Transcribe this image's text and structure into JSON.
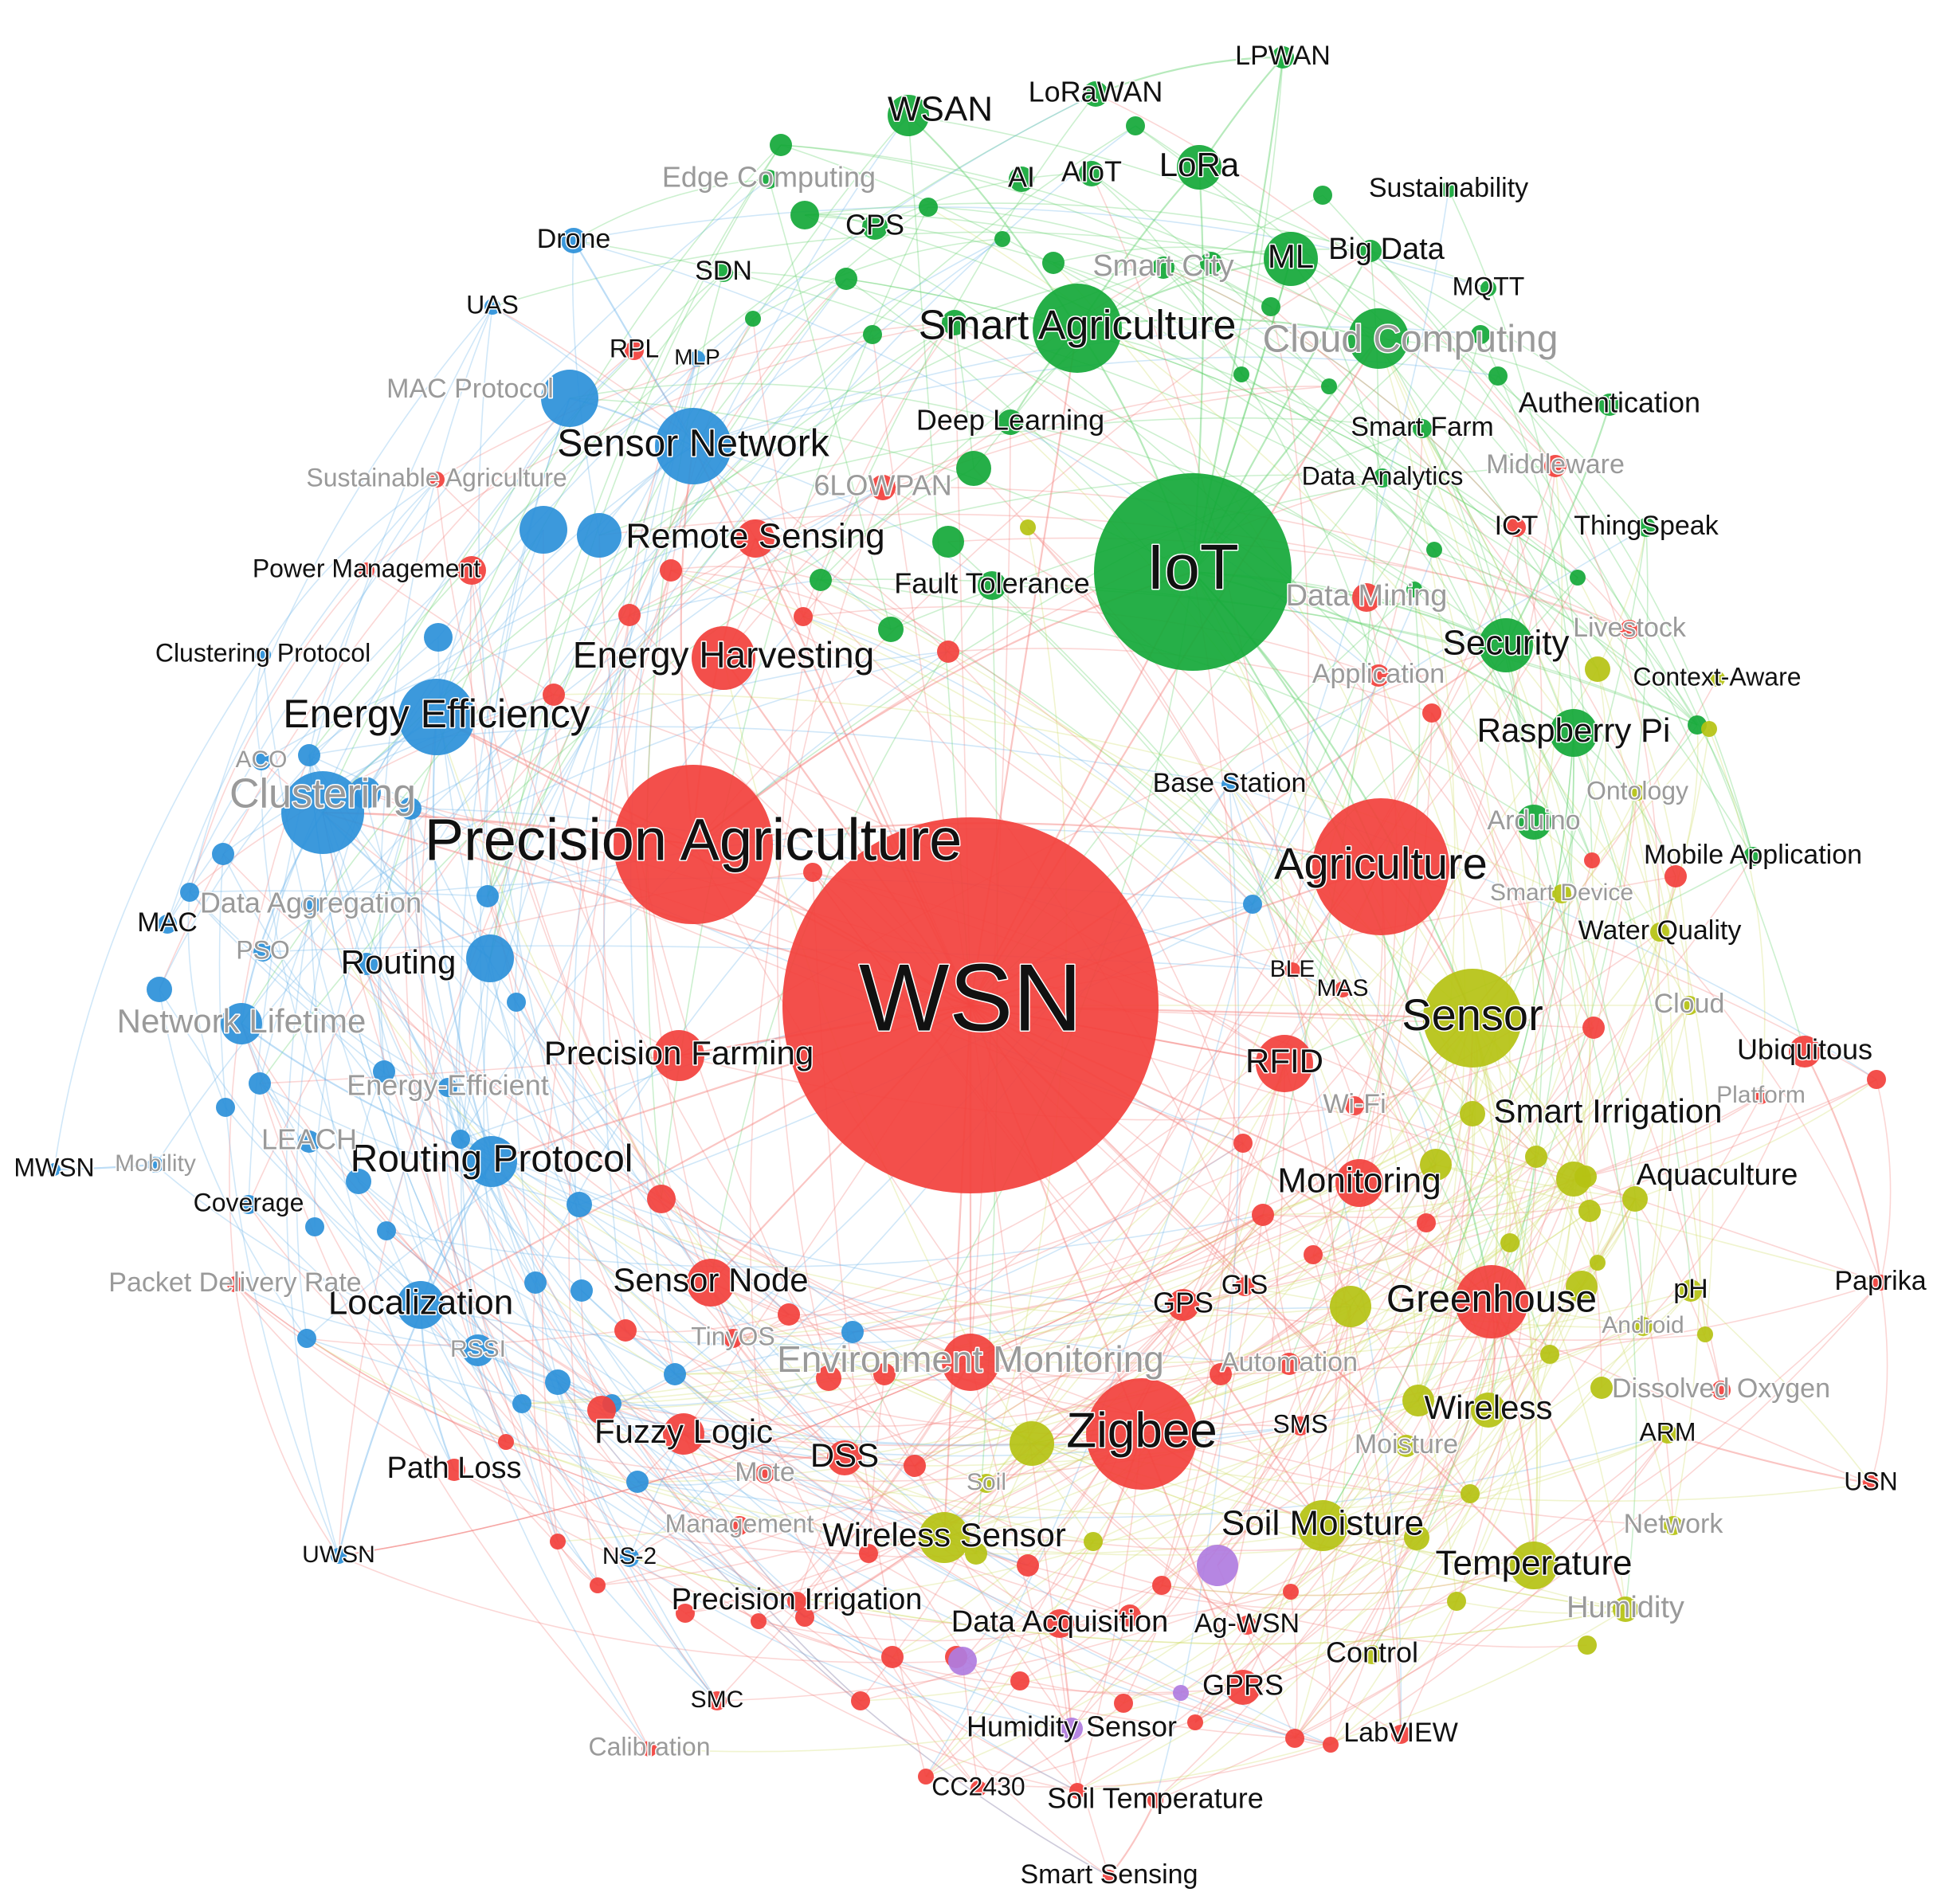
{
  "diagram": {
    "type": "keyword co-occurrence network",
    "cluster_colors": {
      "red": "#f2403c",
      "blue": "#2b90d9",
      "green": "#14a838",
      "yellow": "#b5c212",
      "purple": "#b07ce0"
    },
    "edge_colors": {
      "red": "#f47f7b",
      "blue": "#6db4ea",
      "green": "#5fd06b",
      "yellow": "#d0dc6a"
    },
    "nodes": [
      {
        "id": "wsn",
        "label": "WSN",
        "cluster": "red",
        "size": 10
      },
      {
        "id": "precision-agriculture",
        "label": "Precision Agriculture",
        "cluster": "red",
        "size": 7
      },
      {
        "id": "iot",
        "label": "IoT",
        "cluster": "green",
        "size": 8
      },
      {
        "id": "agriculture",
        "label": "Agriculture",
        "cluster": "red",
        "size": 5
      },
      {
        "id": "smart-agriculture",
        "label": "Smart Agriculture",
        "cluster": "green",
        "size": 4
      },
      {
        "id": "sensor",
        "label": "Sensor",
        "cluster": "yellow",
        "size": 4
      },
      {
        "id": "zigbee",
        "label": "Zigbee",
        "cluster": "red",
        "size": 4
      },
      {
        "id": "greenhouse",
        "label": "Greenhouse",
        "cluster": "red",
        "size": 3
      },
      {
        "id": "sensor-network",
        "label": "Sensor Network",
        "cluster": "blue",
        "size": 3
      },
      {
        "id": "energy-efficiency",
        "label": "Energy Efficiency",
        "cluster": "blue",
        "size": 3
      },
      {
        "id": "clustering",
        "label": "Clustering",
        "cluster": "blue",
        "size": 3
      },
      {
        "id": "routing-protocol",
        "label": "Routing Protocol",
        "cluster": "blue",
        "size": 3
      },
      {
        "id": "localization",
        "label": "Localization",
        "cluster": "blue",
        "size": 3
      },
      {
        "id": "cloud-computing",
        "label": "Cloud Computing",
        "cluster": "green",
        "size": 3
      },
      {
        "id": "energy-harvesting",
        "label": "Energy Harvesting",
        "cluster": "red",
        "size": 3
      },
      {
        "id": "remote-sensing",
        "label": "Remote Sensing",
        "cluster": "red",
        "size": 2
      },
      {
        "id": "precision-farming",
        "label": "Precision Farming",
        "cluster": "red",
        "size": 2
      },
      {
        "id": "monitoring",
        "label": "Monitoring",
        "cluster": "red",
        "size": 3
      },
      {
        "id": "rfid",
        "label": "RFID",
        "cluster": "red",
        "size": 3
      },
      {
        "id": "security",
        "label": "Security",
        "cluster": "green",
        "size": 3
      },
      {
        "id": "raspberry-pi",
        "label": "Raspberry Pi",
        "cluster": "green",
        "size": 3
      },
      {
        "id": "ml",
        "label": "ML",
        "cluster": "green",
        "size": 3
      },
      {
        "id": "lora",
        "label": "LoRa",
        "cluster": "green",
        "size": 2
      },
      {
        "id": "wsan",
        "label": "WSAN",
        "cluster": "green",
        "size": 2
      },
      {
        "id": "soil-moisture",
        "label": "Soil Moisture",
        "cluster": "yellow",
        "size": 3
      },
      {
        "id": "temperature",
        "label": "Temperature",
        "cluster": "yellow",
        "size": 3
      },
      {
        "id": "wireless",
        "label": "Wireless",
        "cluster": "yellow",
        "size": 2
      },
      {
        "id": "wireless-sensor",
        "label": "Wireless Sensor",
        "cluster": "yellow",
        "size": 2
      },
      {
        "id": "environment-monitoring",
        "label": "Environment Monitoring",
        "cluster": "red",
        "size": 3
      },
      {
        "id": "sensor-node",
        "label": "Sensor Node",
        "cluster": "red",
        "size": 3
      },
      {
        "id": "routing",
        "label": "Routing",
        "cluster": "blue",
        "size": 2
      },
      {
        "id": "network-lifetime",
        "label": "Network Lifetime",
        "cluster": "blue",
        "size": 2
      },
      {
        "id": "fuzzy-logic",
        "label": "Fuzzy Logic",
        "cluster": "red",
        "size": 2
      },
      {
        "id": "dss",
        "label": "DSS",
        "cluster": "red",
        "size": 2
      },
      {
        "id": "gprs",
        "label": "GPRS",
        "cluster": "red",
        "size": 2
      },
      {
        "id": "gps",
        "label": "GPS",
        "cluster": "red",
        "size": 2
      },
      {
        "id": "data-acquisition",
        "label": "Data Acquisition",
        "cluster": "red",
        "size": 2
      },
      {
        "id": "smart-irrigation",
        "label": "Smart Irrigation",
        "cluster": "yellow",
        "size": 2
      },
      {
        "id": "aquaculture",
        "label": "Aquaculture",
        "cluster": "yellow",
        "size": 2
      },
      {
        "id": "humidity",
        "label": "Humidity",
        "cluster": "yellow",
        "size": 2
      },
      {
        "id": "ubiquitous",
        "label": "Ubiquitous",
        "cluster": "red",
        "size": 2
      },
      {
        "id": "big-data",
        "label": "Big Data",
        "cluster": "green",
        "size": 2
      },
      {
        "id": "deep-learning",
        "label": "Deep Learning",
        "cluster": "green",
        "size": 2
      },
      {
        "id": "fault-tolerance",
        "label": "Fault Tolerance",
        "cluster": "green",
        "size": 2
      },
      {
        "id": "drone",
        "label": "Drone",
        "cluster": "blue",
        "size": 1
      },
      {
        "id": "mac-protocol",
        "label": "MAC Protocol",
        "cluster": "blue",
        "size": 2
      },
      {
        "id": "path-loss",
        "label": "Path Loss",
        "cluster": "red",
        "size": 1
      },
      {
        "id": "precision-irrigation",
        "label": "Precision Irrigation",
        "cluster": "red",
        "size": 1
      },
      {
        "id": "humidity-sensor",
        "label": "Humidity Sensor",
        "cluster": "purple",
        "size": 1
      },
      {
        "id": "soil-temperature",
        "label": "Soil Temperature",
        "cluster": "red",
        "size": 1
      },
      {
        "id": "smart-sensing",
        "label": "Smart Sensing",
        "cluster": "red",
        "size": 1
      },
      {
        "id": "cc2430",
        "label": "CC2430",
        "cluster": "red",
        "size": 1
      },
      {
        "id": "labview",
        "label": "LabVIEW",
        "cluster": "red",
        "size": 1
      },
      {
        "id": "control",
        "label": "Control",
        "cluster": "yellow",
        "size": 1
      },
      {
        "id": "ag-wsn",
        "label": "Ag-WSN",
        "cluster": "red",
        "size": 1
      },
      {
        "id": "sms",
        "label": "SMS",
        "cluster": "red",
        "size": 1
      },
      {
        "id": "gis",
        "label": "GIS",
        "cluster": "red",
        "size": 1
      },
      {
        "id": "automation",
        "label": "Automation",
        "cluster": "red",
        "size": 1
      },
      {
        "id": "ph",
        "label": "pH",
        "cluster": "yellow",
        "size": 1
      },
      {
        "id": "arm",
        "label": "ARM",
        "cluster": "yellow",
        "size": 1
      },
      {
        "id": "paprika",
        "label": "Paprika",
        "cluster": "red",
        "size": 1
      },
      {
        "id": "usn",
        "label": "USN",
        "cluster": "red",
        "size": 1
      },
      {
        "id": "lpwan",
        "label": "LPWAN",
        "cluster": "green",
        "size": 1
      },
      {
        "id": "lorawan",
        "label": "LoRaWAN",
        "cluster": "green",
        "size": 1
      },
      {
        "id": "ai",
        "label": "AI",
        "cluster": "green",
        "size": 1
      },
      {
        "id": "aiot",
        "label": "AIoT",
        "cluster": "green",
        "size": 1
      },
      {
        "id": "cps",
        "label": "CPS",
        "cluster": "green",
        "size": 1
      },
      {
        "id": "sdn",
        "label": "SDN",
        "cluster": "green",
        "size": 1
      },
      {
        "id": "smart-city",
        "label": "Smart City",
        "cluster": "green",
        "size": 1
      },
      {
        "id": "mqtt",
        "label": "MQTT",
        "cluster": "green",
        "size": 1
      },
      {
        "id": "sustainability",
        "label": "Sustainability",
        "cluster": "green",
        "size": 1
      },
      {
        "id": "authentication",
        "label": "Authentication",
        "cluster": "green",
        "size": 1
      },
      {
        "id": "smart-farm",
        "label": "Smart Farm",
        "cluster": "green",
        "size": 1
      },
      {
        "id": "data-analytics",
        "label": "Data Analytics",
        "cluster": "green",
        "size": 1
      },
      {
        "id": "middleware",
        "label": "Middleware",
        "cluster": "red",
        "size": 1
      },
      {
        "id": "ict",
        "label": "ICT",
        "cluster": "red",
        "size": 1
      },
      {
        "id": "thingspeak",
        "label": "ThingSpeak",
        "cluster": "green",
        "size": 1
      },
      {
        "id": "data-mining",
        "label": "Data Mining",
        "cluster": "red",
        "size": 1
      },
      {
        "id": "livestock",
        "label": "Livestock",
        "cluster": "red",
        "size": 1
      },
      {
        "id": "application",
        "label": "Application",
        "cluster": "red",
        "size": 1
      },
      {
        "id": "context-aware",
        "label": "Context-Aware",
        "cluster": "yellow",
        "size": 1
      },
      {
        "id": "edge-computing",
        "label": "Edge Computing",
        "cluster": "green",
        "size": 1
      },
      {
        "id": "uas",
        "label": "UAS",
        "cluster": "blue",
        "size": 1
      },
      {
        "id": "rpl",
        "label": "RPL",
        "cluster": "red",
        "size": 1
      },
      {
        "id": "mlp",
        "label": "MLP",
        "cluster": "blue",
        "size": 1
      },
      {
        "id": "sustainable-agriculture",
        "label": "Sustainable Agriculture",
        "cluster": "red",
        "size": 1
      },
      {
        "id": "6lowpan",
        "label": "6LOWPAN",
        "cluster": "red",
        "size": 1
      },
      {
        "id": "power-management",
        "label": "Power Management",
        "cluster": "red",
        "size": 1
      },
      {
        "id": "clustering-protocol",
        "label": "Clustering Protocol",
        "cluster": "blue",
        "size": 1
      },
      {
        "id": "aco",
        "label": "ACO",
        "cluster": "blue",
        "size": 1
      },
      {
        "id": "data-aggregation",
        "label": "Data Aggregation",
        "cluster": "blue",
        "size": 1
      },
      {
        "id": "mac",
        "label": "MAC",
        "cluster": "blue",
        "size": 1
      },
      {
        "id": "pso",
        "label": "PSO",
        "cluster": "blue",
        "size": 1
      },
      {
        "id": "energy-efficient",
        "label": "Energy-Efficient",
        "cluster": "blue",
        "size": 1
      },
      {
        "id": "leach",
        "label": "LEACH",
        "cluster": "blue",
        "size": 1
      },
      {
        "id": "mwsn",
        "label": "MWSN",
        "cluster": "blue",
        "size": 1
      },
      {
        "id": "mobility",
        "label": "Mobility",
        "cluster": "blue",
        "size": 1
      },
      {
        "id": "coverage",
        "label": "Coverage",
        "cluster": "blue",
        "size": 1
      },
      {
        "id": "packet-delivery-rate",
        "label": "Packet Delivery Rate",
        "cluster": "red",
        "size": 1
      },
      {
        "id": "rssi",
        "label": "RSSI",
        "cluster": "blue",
        "size": 1
      },
      {
        "id": "tinyos",
        "label": "TinyOS",
        "cluster": "red",
        "size": 1
      },
      {
        "id": "mote",
        "label": "Mote",
        "cluster": "red",
        "size": 1
      },
      {
        "id": "soil",
        "label": "Soil",
        "cluster": "yellow",
        "size": 1
      },
      {
        "id": "management",
        "label": "Management",
        "cluster": "red",
        "size": 1
      },
      {
        "id": "ns-2",
        "label": "NS-2",
        "cluster": "blue",
        "size": 1
      },
      {
        "id": "uwsn",
        "label": "UWSN",
        "cluster": "blue",
        "size": 1
      },
      {
        "id": "smc",
        "label": "SMC",
        "cluster": "red",
        "size": 1
      },
      {
        "id": "calibration",
        "label": "Calibration",
        "cluster": "red",
        "size": 1
      },
      {
        "id": "base-station",
        "label": "Base Station",
        "cluster": "blue",
        "size": 1
      },
      {
        "id": "ontology",
        "label": "Ontology",
        "cluster": "yellow",
        "size": 1
      },
      {
        "id": "arduino",
        "label": "Arduino",
        "cluster": "green",
        "size": 1
      },
      {
        "id": "mobile-application",
        "label": "Mobile Application",
        "cluster": "green",
        "size": 1
      },
      {
        "id": "smart-device",
        "label": "Smart Device",
        "cluster": "yellow",
        "size": 1
      },
      {
        "id": "water-quality",
        "label": "Water Quality",
        "cluster": "yellow",
        "size": 1
      },
      {
        "id": "ble",
        "label": "BLE",
        "cluster": "red",
        "size": 1
      },
      {
        "id": "mas",
        "label": "MAS",
        "cluster": "red",
        "size": 1
      },
      {
        "id": "cloud",
        "label": "Cloud",
        "cluster": "yellow",
        "size": 1
      },
      {
        "id": "wi-fi",
        "label": "Wi-Fi",
        "cluster": "red",
        "size": 1
      },
      {
        "id": "platform",
        "label": "Platform",
        "cluster": "red",
        "size": 1
      },
      {
        "id": "android",
        "label": "Android",
        "cluster": "yellow",
        "size": 1
      },
      {
        "id": "dissolved-oxygen",
        "label": "Dissolved Oxygen",
        "cluster": "red",
        "size": 1
      },
      {
        "id": "network",
        "label": "Network",
        "cluster": "yellow",
        "size": 1
      },
      {
        "id": "moisture",
        "label": "Moisture",
        "cluster": "yellow",
        "size": 1
      }
    ],
    "edges": [
      [
        "wsn",
        "precision-agriculture"
      ],
      [
        "wsn",
        "iot"
      ],
      [
        "wsn",
        "agriculture"
      ],
      [
        "wsn",
        "zigbee"
      ],
      [
        "wsn",
        "sensor"
      ],
      [
        "wsn",
        "smart-agriculture"
      ],
      [
        "wsn",
        "greenhouse"
      ],
      [
        "wsn",
        "energy-efficiency"
      ],
      [
        "wsn",
        "sensor-network"
      ],
      [
        "wsn",
        "routing-protocol"
      ],
      [
        "wsn",
        "environment-monitoring"
      ],
      [
        "wsn",
        "monitoring"
      ],
      [
        "wsn",
        "rfid"
      ],
      [
        "wsn",
        "precision-farming"
      ],
      [
        "wsn",
        "energy-harvesting"
      ],
      [
        "wsn",
        "clustering"
      ],
      [
        "wsn",
        "localization"
      ],
      [
        "wsn",
        "soil-moisture"
      ],
      [
        "wsn",
        "cloud-computing"
      ],
      [
        "wsn",
        "security"
      ],
      [
        "wsn",
        "remote-sensing"
      ],
      [
        "wsn",
        "sensor-node"
      ],
      [
        "wsn",
        "temperature"
      ],
      [
        "wsn",
        "wireless-sensor"
      ],
      [
        "precision-agriculture",
        "iot"
      ],
      [
        "precision-agriculture",
        "energy-efficiency"
      ],
      [
        "precision-agriculture",
        "sensor-network"
      ],
      [
        "precision-agriculture",
        "remote-sensing"
      ],
      [
        "precision-agriculture",
        "agriculture"
      ],
      [
        "precision-agriculture",
        "clustering"
      ],
      [
        "iot",
        "smart-agriculture"
      ],
      [
        "iot",
        "cloud-computing"
      ],
      [
        "iot",
        "security"
      ],
      [
        "iot",
        "raspberry-pi"
      ],
      [
        "iot",
        "agriculture"
      ],
      [
        "iot",
        "ml"
      ],
      [
        "iot",
        "lora"
      ],
      [
        "iot",
        "big-data"
      ],
      [
        "iot",
        "sensor"
      ],
      [
        "iot",
        "greenhouse"
      ],
      [
        "smart-agriculture",
        "cloud-computing"
      ],
      [
        "smart-agriculture",
        "ml"
      ],
      [
        "smart-agriculture",
        "deep-learning"
      ],
      [
        "smart-agriculture",
        "wsan"
      ],
      [
        "smart-agriculture",
        "lora"
      ],
      [
        "sensor",
        "greenhouse"
      ],
      [
        "sensor",
        "smart-irrigation"
      ],
      [
        "sensor",
        "temperature"
      ],
      [
        "sensor",
        "aquaculture"
      ],
      [
        "greenhouse",
        "temperature"
      ],
      [
        "greenhouse",
        "humidity"
      ],
      [
        "greenhouse",
        "wireless"
      ],
      [
        "zigbee",
        "greenhouse"
      ],
      [
        "zigbee",
        "gprs"
      ],
      [
        "zigbee",
        "soil-moisture"
      ],
      [
        "zigbee",
        "data-acquisition"
      ],
      [
        "zigbee",
        "environment-monitoring"
      ],
      [
        "energy-efficiency",
        "clustering"
      ],
      [
        "energy-efficiency",
        "routing-protocol"
      ],
      [
        "clustering",
        "routing"
      ],
      [
        "clustering",
        "network-lifetime"
      ],
      [
        "routing-protocol",
        "network-lifetime"
      ],
      [
        "routing-protocol",
        "localization"
      ],
      [
        "sensor-network",
        "mac-protocol"
      ],
      [
        "sensor-network",
        "drone"
      ],
      [
        "localization",
        "path-loss"
      ],
      [
        "fuzzy-logic",
        "dss"
      ],
      [
        "soil-moisture",
        "temperature"
      ],
      [
        "lorawan",
        "lpwan"
      ],
      [
        "lora",
        "lpwan"
      ],
      [
        "iot",
        "lpwan"
      ],
      [
        "agriculture",
        "sensor"
      ],
      [
        "monitoring",
        "greenhouse"
      ],
      [
        "humidity-sensor",
        "data-acquisition"
      ],
      [
        "soil-temperature",
        "smart-sensing"
      ],
      [
        "uwsn",
        "routing-protocol"
      ],
      [
        "mwsn",
        "mobility"
      ],
      [
        "paprika",
        "ubiquitous"
      ],
      [
        "usn",
        "arm"
      ],
      [
        "security",
        "authentication"
      ]
    ]
  }
}
